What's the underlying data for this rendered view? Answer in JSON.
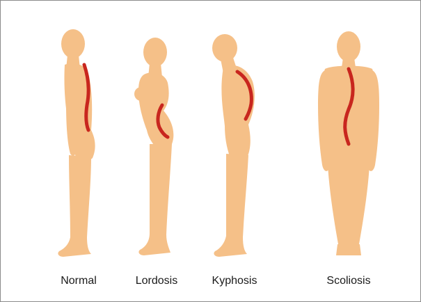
{
  "figures": [
    {
      "id": "normal",
      "label": "Normal"
    },
    {
      "id": "lordosis",
      "label": "Lordosis"
    },
    {
      "id": "kyphosis",
      "label": "Kyphosis"
    },
    {
      "id": "scoliosis",
      "label": "Scoliosis"
    }
  ],
  "colors": {
    "body": "#f5c088",
    "spine": "#c8261e",
    "border": "#8a8a8a"
  }
}
